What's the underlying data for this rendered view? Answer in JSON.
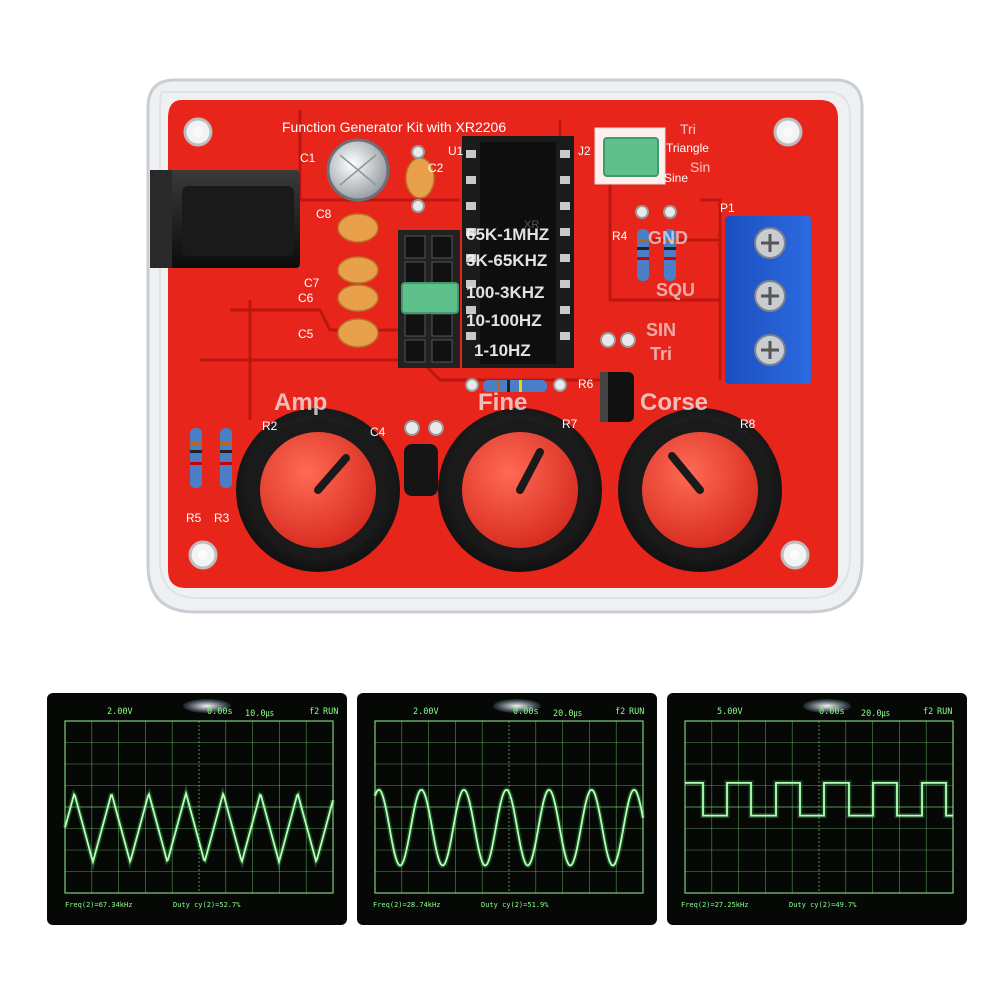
{
  "board": {
    "title": "Function Generator Kit with XR2206",
    "chip_label": "XR",
    "ranges": [
      "65K-1MHZ",
      "3K-65KHZ",
      "100-3KHZ",
      "10-100HZ",
      "1-10HZ"
    ],
    "waveform_jumper": [
      "Tri",
      "Triangle",
      "Sin",
      "Sine"
    ],
    "outputs": [
      "GND",
      "SQU",
      "SIN",
      "Tri"
    ],
    "knob_labels": [
      "Amp",
      "Fine",
      "Corse"
    ],
    "refs": [
      "C1",
      "C2",
      "U1",
      "J2",
      "C8",
      "C7",
      "C6",
      "C5",
      "R4",
      "P1",
      "R6",
      "R2",
      "C4",
      "R7",
      "R8",
      "R5",
      "R3"
    ],
    "colors": {
      "pcb": "#e8251b",
      "knob": "#222222",
      "knob_cap": "#e03a2e",
      "terminal": "#1d55c9"
    }
  },
  "scopes": [
    {
      "waveform": "triangle",
      "ch_scale": "2.00V",
      "time_offset": "0.00s",
      "time_scale": "10.0㎲",
      "trigger": "f2",
      "run": "RUN",
      "freq": "Freq(2)=67.34kHz",
      "duty": "Duty cy(2)=52.7%"
    },
    {
      "waveform": "sine",
      "ch_scale": "2.00V",
      "time_offset": "0.00s",
      "time_scale": "20.0㎲",
      "trigger": "f2",
      "run": "RUN",
      "freq": "Freq(2)=28.74kHz",
      "duty": "Duty cy(2)=51.9%"
    },
    {
      "waveform": "square",
      "ch_scale": "5.00V",
      "time_offset": "0.00s",
      "time_scale": "20.0㎲",
      "trigger": "f2",
      "run": "RUN",
      "freq": "Freq(2)=27.25kHz",
      "duty": "Duty cy(2)=49.7%"
    }
  ]
}
